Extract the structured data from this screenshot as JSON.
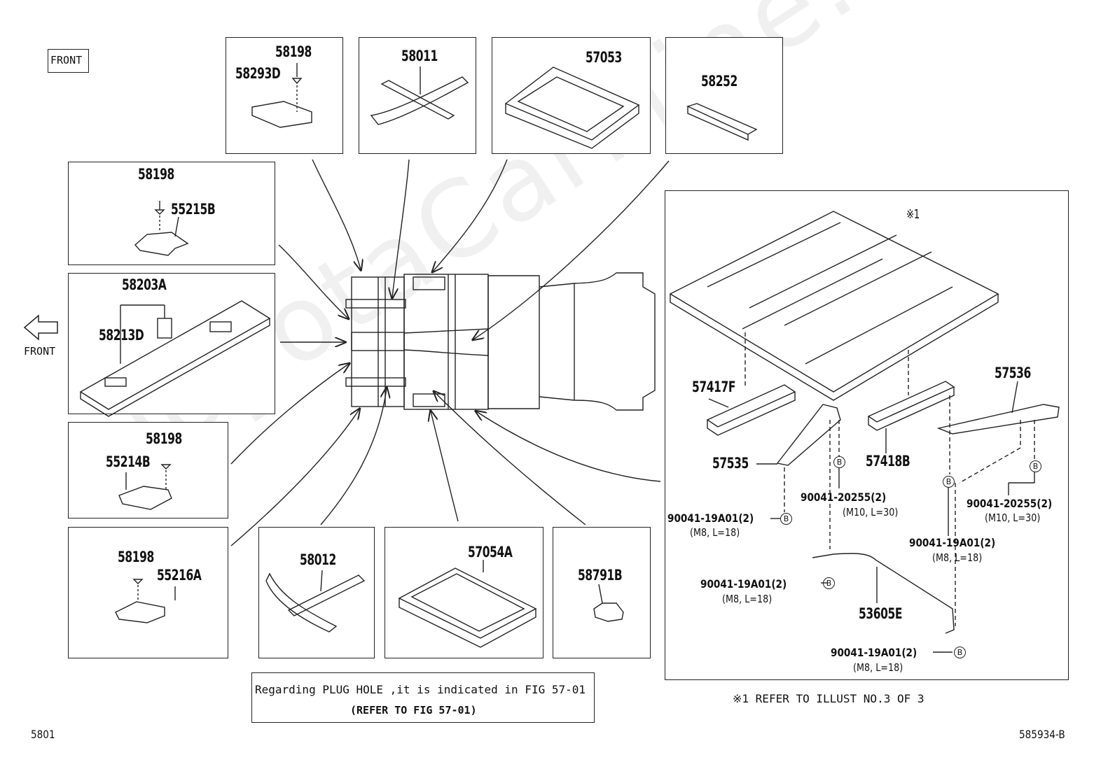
{
  "watermark": "ToyotaCarMine.ru",
  "front_box_label": "FRONT",
  "front_arrow_label": "FRONT",
  "parts": {
    "p58198_top": "58198",
    "p58293D": "58293D",
    "p58011": "58011",
    "p57053": "57053",
    "p58252": "58252",
    "p58198_a": "58198",
    "p55215B": "55215B",
    "p58203A": "58203A",
    "p58213D": "58213D",
    "p58198_b": "58198",
    "p55214B": "55214B",
    "p58198_c": "58198",
    "p55216A": "55216A",
    "p58012": "58012",
    "p57054A": "57054A",
    "p58791B": "58791B",
    "p57417F": "57417F",
    "p57535": "57535",
    "p57418B": "57418B",
    "p57536": "57536",
    "p53605E": "53605E",
    "ref_mark": "※1"
  },
  "bolts": {
    "b1_part": "90041-20255(2)",
    "b1_spec": "(M10, L=30)",
    "b2_part": "90041-20255(2)",
    "b2_spec": "(M10, L=30)",
    "b3_part": "90041-19A01(2)",
    "b3_spec": "(M8, L=18)",
    "b4_part": "90041-19A01(2)",
    "b4_spec": "(M8, L=18)",
    "b5_part": "90041-19A01(2)",
    "b5_spec": "(M8, L=18)",
    "b6_part": "90041-19A01(2)",
    "b6_spec": "(M8, L=18)",
    "circle_mark": "B"
  },
  "notes": {
    "plug_line1": "Regarding PLUG HOLE ,it is indicated in FIG 57-01",
    "plug_line2": "(REFER TO FIG 57-01)",
    "refer_illust": "※1  REFER TO ILLUST NO.3 OF 3",
    "page_left": "5801",
    "page_right": "585934-B"
  }
}
